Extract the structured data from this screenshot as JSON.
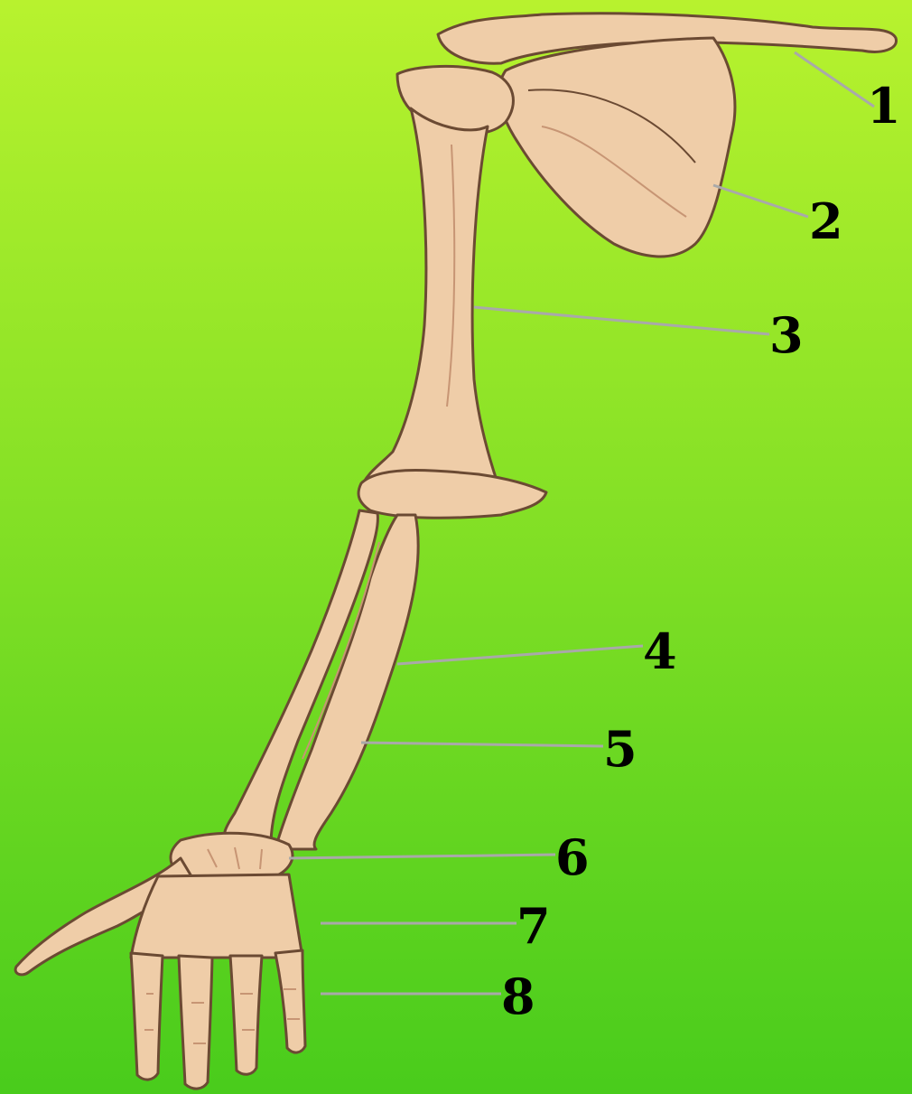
{
  "diagram": {
    "background": {
      "top_color": "#b8f22e",
      "bottom_color": "#49cc1c"
    },
    "bone_color": "#efcda8",
    "bone_shade": "#d9a77f",
    "outline_color": "#6b4a33",
    "leader_color": "#a9a9a9",
    "labels": [
      "1",
      "2",
      "3",
      "4",
      "5",
      "6",
      "7",
      "8"
    ]
  }
}
